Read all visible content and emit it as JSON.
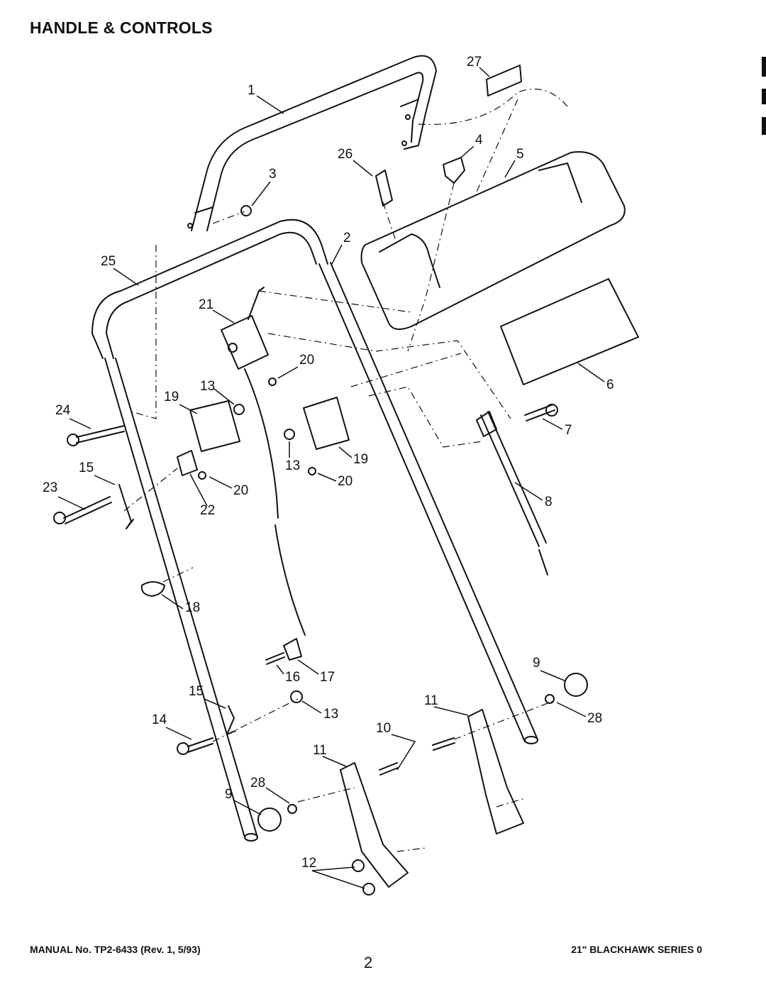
{
  "page": {
    "title": "HANDLE & CONTROLS",
    "footer_left": "MANUAL No. TP2-6433 (Rev. 1, 5/93)",
    "footer_right": "21\" BLACKHAWK SERIES 0",
    "page_number": "2"
  },
  "callouts": [
    "1",
    "2",
    "3",
    "4",
    "5",
    "6",
    "7",
    "8",
    "9",
    "9",
    "10",
    "11",
    "11",
    "12",
    "13",
    "13",
    "13",
    "14",
    "15",
    "15",
    "16",
    "17",
    "18",
    "19",
    "19",
    "20",
    "20",
    "20",
    "21",
    "22",
    "23",
    "24",
    "25",
    "26",
    "27",
    "28",
    "28"
  ]
}
